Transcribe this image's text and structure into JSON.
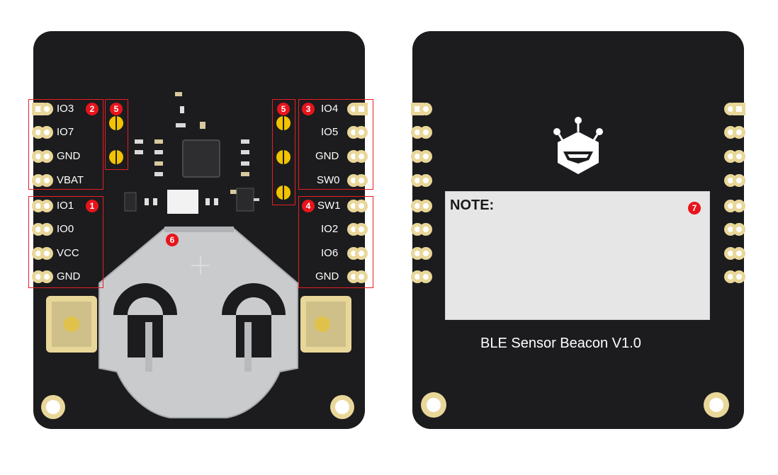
{
  "front": {
    "group1": {
      "badge": "1",
      "pins": [
        "IO1",
        "IO0",
        "VCC",
        "GND"
      ]
    },
    "group2": {
      "badge": "2",
      "pins": [
        "IO3",
        "IO7",
        "GND",
        "VBAT"
      ]
    },
    "group3": {
      "badge": "3",
      "pins": [
        "IO4",
        "IO5",
        "GND",
        "SW0"
      ]
    },
    "group4": {
      "badge": "4",
      "pins": [
        "SW1",
        "IO2",
        "IO6",
        "GND"
      ]
    },
    "group5_left": {
      "badge": "5"
    },
    "group5_right": {
      "badge": "5"
    },
    "group6": {
      "badge": "6"
    }
  },
  "back": {
    "note_label": "NOTE:",
    "note_badge": "7",
    "product_name": "BLE Sensor Beacon V1.0",
    "logo_icon": "robot-head-logo-icon"
  },
  "colors": {
    "board": "#1c1c1e",
    "badge": "#e8141c",
    "outline": "#e61e25",
    "pad_gold": "#e9d79a",
    "solder_yellow": "#f2c400",
    "battery_holder": "#c9cbcd",
    "note_area": "#e6e6e6"
  }
}
